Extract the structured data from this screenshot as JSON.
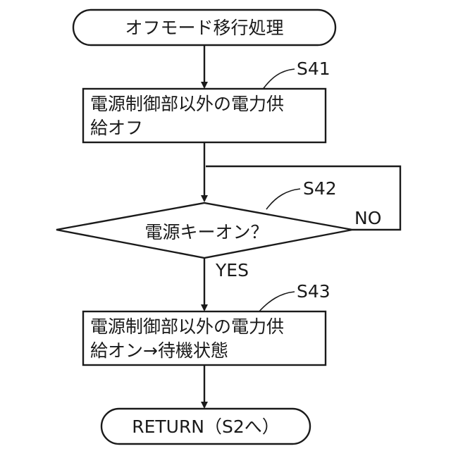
{
  "flowchart": {
    "start": {
      "text": "オフモード移行処理"
    },
    "step_s41": {
      "label": "S41",
      "lines": [
        "電源制御部以外の電力供",
        "給オフ"
      ]
    },
    "decision_s42": {
      "label": "S42",
      "text": "電源キーオン？",
      "yes": "YES",
      "no": "NO"
    },
    "step_s43": {
      "label": "S43",
      "lines": [
        "電源制御部以外の電力供",
        "給オン→待機状態"
      ]
    },
    "end": {
      "text": "RETURN（S2へ）"
    }
  }
}
